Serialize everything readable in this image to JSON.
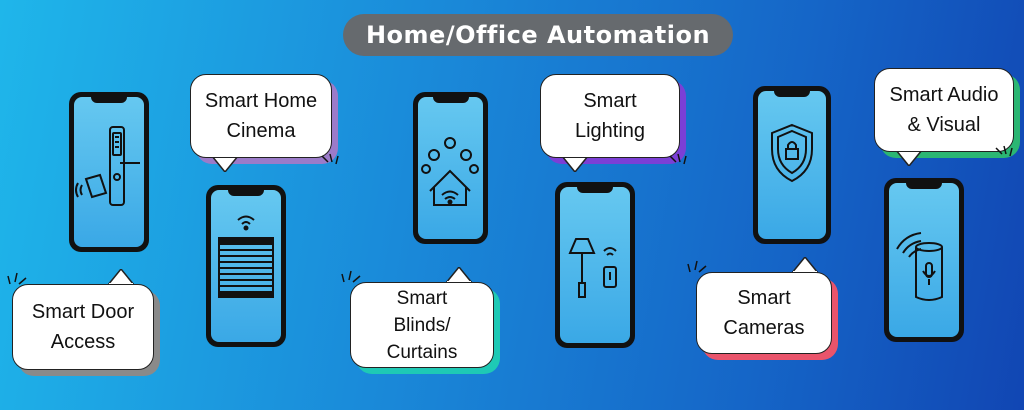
{
  "title": "Home/Office Automation",
  "features": [
    {
      "id": "door",
      "label_lines": [
        "Smart Door",
        "Access"
      ],
      "icon": "door-lock-icon",
      "accent": "#7a7a7a"
    },
    {
      "id": "cinema",
      "label_lines": [
        "Smart Home",
        "Cinema"
      ],
      "icon": "blinds-wifi-icon",
      "accent": "#9b7bc9"
    },
    {
      "id": "blinds",
      "label_lines": [
        "Smart",
        "Blinds/",
        "Curtains"
      ],
      "icon": "smart-home-icon",
      "accent": "#1ec9b5"
    },
    {
      "id": "lighting",
      "label_lines": [
        "Smart",
        "Lighting"
      ],
      "icon": "lamp-switch-icon",
      "accent": "#7b3fd6"
    },
    {
      "id": "cameras",
      "label_lines": [
        "Smart",
        "Cameras"
      ],
      "icon": "shield-lock-icon",
      "accent": "#e9546b"
    },
    {
      "id": "audio",
      "label_lines": [
        "Smart Audio",
        "& Visual"
      ],
      "icon": "smart-speaker-icon",
      "accent": "#2bb673"
    }
  ],
  "colors": {
    "background_start": "#1fb6ea",
    "background_end": "#1146b3",
    "pill": "#666a6e"
  }
}
